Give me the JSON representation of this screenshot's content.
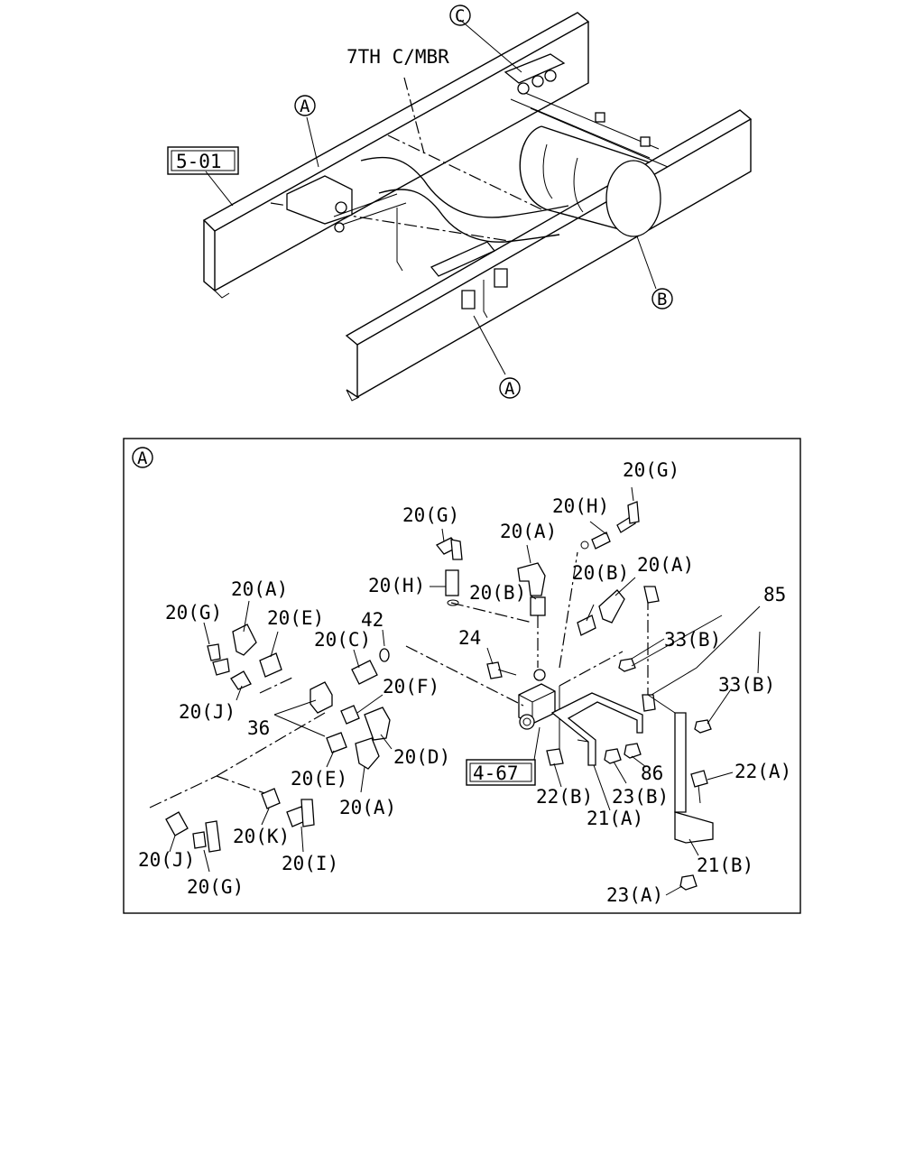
{
  "upper": {
    "member_label": "7TH C/MBR",
    "ref_box": "5-01",
    "circle_a_top": "A",
    "circle_a_bottom": "A",
    "circle_b": "B",
    "circle_c": "C"
  },
  "detail": {
    "detail_marker": "A",
    "ref_box": "4-67",
    "labels": {
      "g_top_right": "20(G)",
      "h_top_right": "20(H)",
      "g_mid": "20(G)",
      "a_mid": "20(A)",
      "h_mid": "20(H)",
      "b_mid": "20(B)",
      "b_right": "20(B)",
      "a_right": "20(A)",
      "n85": "85",
      "a_left": "20(A)",
      "g_left": "20(G)",
      "e_left": "20(E)",
      "n42": "42",
      "c_mid": "20(C)",
      "n24": "24",
      "b33_top": "33(B)",
      "b33_right": "33(B)",
      "f_mid": "20(F)",
      "j_left": "20(J)",
      "n36": "36",
      "d_mid": "20(D)",
      "e_low": "20(E)",
      "a_low": "20(A)",
      "n86": "86",
      "a22": "22(A)",
      "b22": "22(B)",
      "b23": "23(B)",
      "a21": "21(A)",
      "k_low": "20(K)",
      "j_low": "20(J)",
      "i_low": "20(I)",
      "b21": "21(B)",
      "g_low": "20(G)",
      "a23": "23(A)"
    }
  }
}
